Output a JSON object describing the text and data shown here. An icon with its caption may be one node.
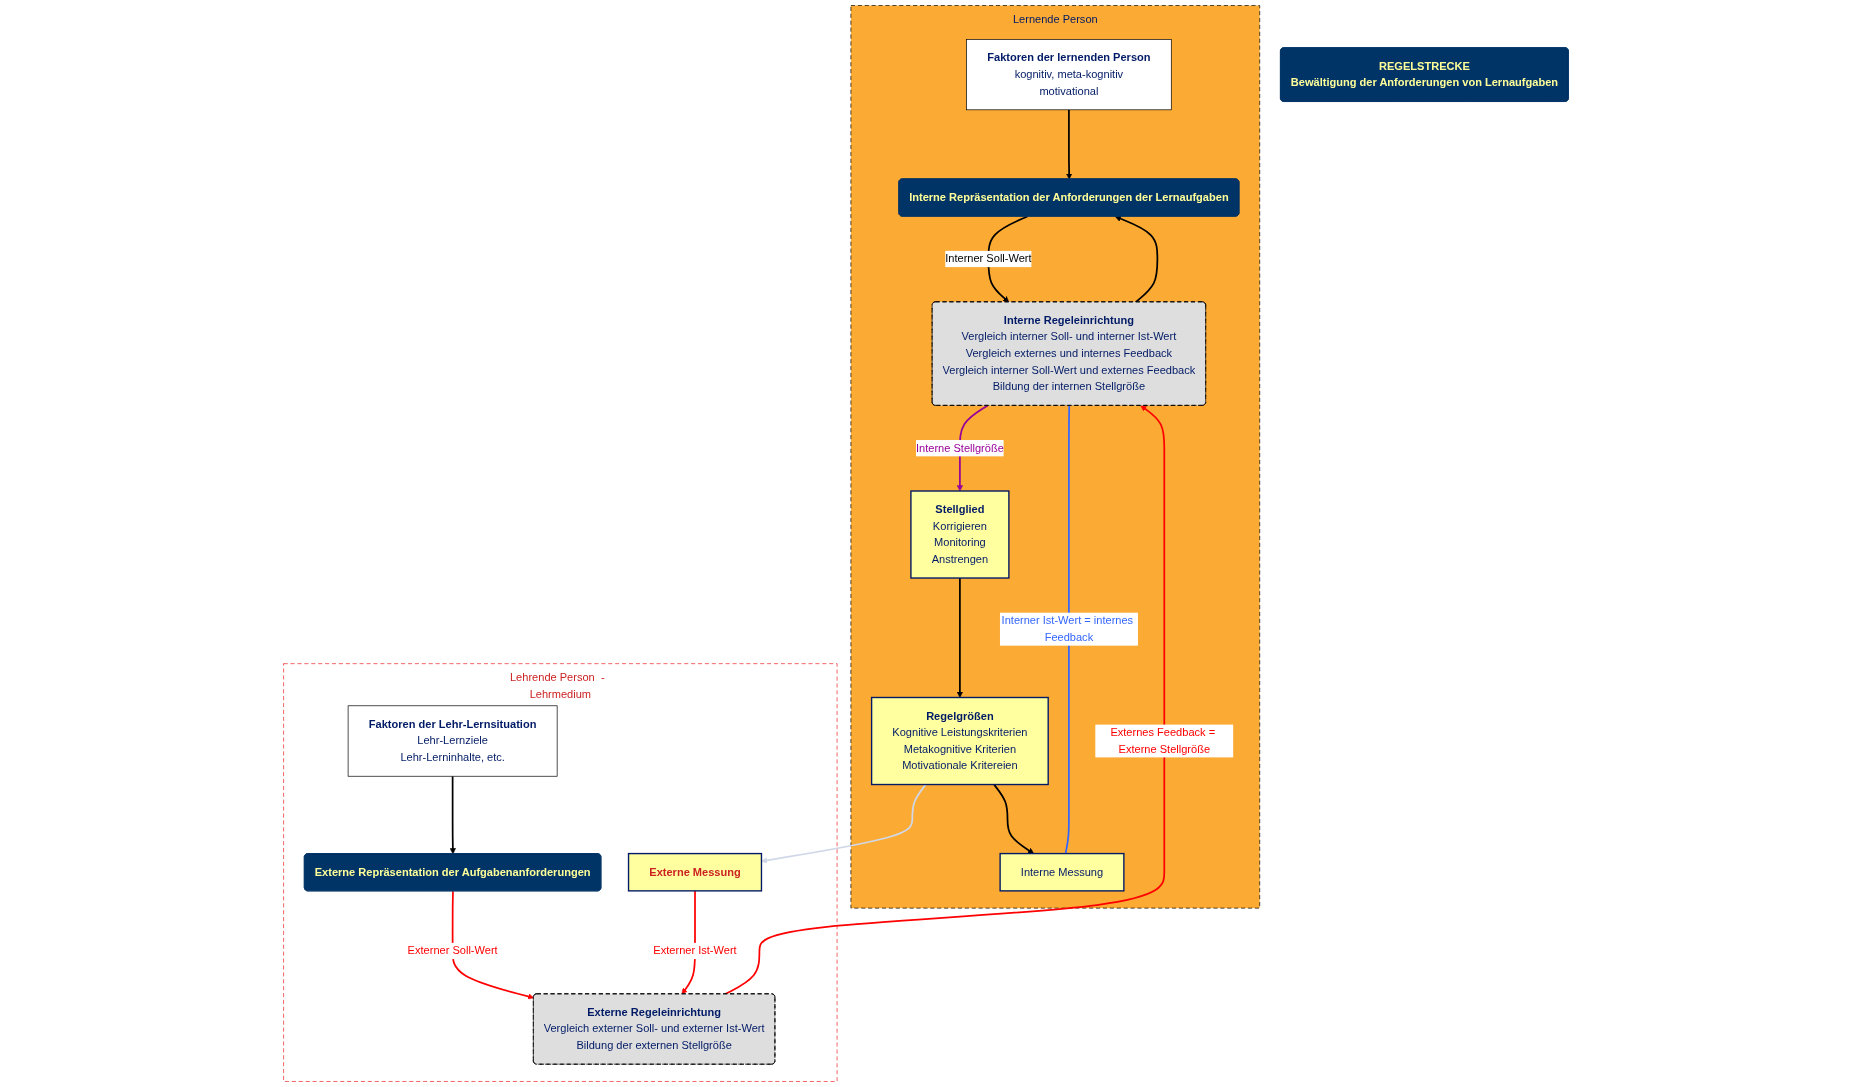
{
  "diagram": {
    "nodes": [
      {
        "text": [
          "Lernende Person"
        ]
      },
      {
        "text": [
          "Lehrende Person  -  Lehrmedium"
        ]
      },
      {
        "text": [
          "Faktoren der lernenden Person",
          "kognitiv, meta-kognitiv",
          "motivational"
        ],
        "in": 0
      },
      {
        "text": [
          "Interne Repräsentation der Anforderungen der Lernaufgaben"
        ],
        "in": 0
      },
      {
        "text": [
          "Interne Regeleinrichtung",
          "Vergleich interner Soll- und interner Ist-Wert",
          "Vergleich externes und internes Feedback",
          "Vergleich interner Soll-Wert und externes Feedback",
          "Bildung der internen Stellgröße"
        ],
        "in": 0
      },
      {
        "text": [
          "REGELSTRECKE",
          "Bewältigung der Anforderungen von Lernaufgaben"
        ]
      },
      {
        "text": [
          "Stellglied",
          "Korrigieren",
          "Monitoring",
          "Anstrengen"
        ],
        "in": 0
      },
      {
        "text": [
          "Regelgrößen",
          "Kognitive Leistungskriterien",
          "Metakognitive Kriterien",
          "Motivationale Kritereien"
        ],
        "in": 0
      },
      {
        "text": [
          "Interne Messung"
        ],
        "in": 0
      },
      {
        "text": [
          "Faktoren der Lehr-Lernsituation",
          "Lehr-Lernziele",
          "Lehr-Lerninhalte, etc."
        ],
        "in": 1
      },
      {
        "text": [
          "Externe Repräsentation der Aufgabenanforderungen"
        ],
        "in": 1
      },
      {
        "text": [
          "Externe Regeleinrichtung",
          "Vergleich externer Soll- und externer Ist-Wert",
          "Bildung der externen Stellgröße"
        ],
        "in": 1
      },
      {
        "text": [
          "Externe Messung"
        ],
        "in": 1
      }
    ],
    "edges": [
      {
        "from": 2,
        "to": 3,
        "arrow": "to"
      },
      {
        "from": 3,
        "to": 4,
        "arrow": "to",
        "label": "Interner Soll-Wert"
      },
      {
        "from": 4,
        "to": 3,
        "arrow": "to"
      },
      {
        "from": 9,
        "to": 10,
        "arrow": "to"
      },
      {
        "from": 10,
        "to": 11,
        "arrow": "to",
        "label": "Externer Soll-Wert",
        "color": "#ff0000"
      },
      {
        "from": 11,
        "to": 4,
        "arrow": "to",
        "label": "Externes Feedback = Externe Stellgröße",
        "color": "#ff0000"
      },
      {
        "from": 4,
        "to": 6,
        "arrow": "to",
        "label": "Interne Stellgröße",
        "color": "#990099"
      },
      {
        "from": 6,
        "to": 7,
        "arrow": "to"
      },
      {
        "from": 7,
        "to": 8,
        "arrow": "to"
      },
      {
        "from": 8,
        "to": 4,
        "arrow": "none",
        "label": "Interner Ist-Wert = internes Feedback",
        "color": "#3366ff"
      },
      {
        "from": 7,
        "to": 12,
        "arrow": "to",
        "color": "#d0d8e8"
      },
      {
        "from": 12,
        "to": 11,
        "arrow": "to",
        "label": "Externer Ist-Wert",
        "color": "#ff0000"
      }
    ]
  }
}
